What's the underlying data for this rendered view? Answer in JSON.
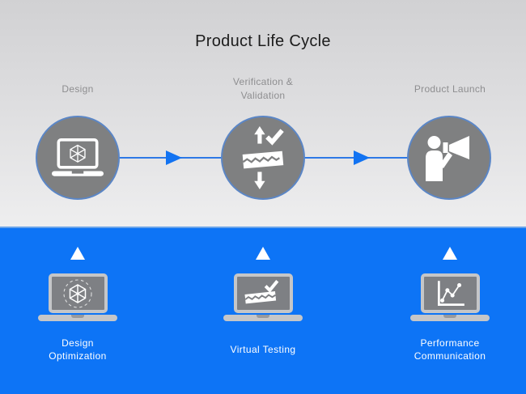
{
  "title": "Product Life Cycle",
  "top_flow": {
    "stages": [
      {
        "label": "Design",
        "icon": "laptop-cad-icon"
      },
      {
        "label": "Verification &\nValidation",
        "icon": "material-test-check-icon"
      },
      {
        "label": "Product Launch",
        "icon": "person-megaphone-icon"
      }
    ],
    "connector_icon": "arrow-right-icon"
  },
  "bottom_flow": {
    "stages": [
      {
        "label": "Design\nOptimization",
        "icon": "laptop-wireframe-cube-icon"
      },
      {
        "label": "Virtual Testing",
        "icon": "laptop-test-check-icon"
      },
      {
        "label": "Performance\nCommunication",
        "icon": "laptop-performance-chart-icon"
      }
    ],
    "pointer_icon": "triangle-up-icon"
  },
  "colors": {
    "top_background_start": "#d1d1d3",
    "top_background_end": "#eeeeef",
    "bottom_background": "#0d74f6",
    "circle_fill": "#7f8081",
    "circle_border": "#5b86c6",
    "connector_blue": "#2e78e6",
    "arrowhead_blue": "#1273f2",
    "stage_label_gray": "#8e8e90",
    "title_text": "#1c1c1c",
    "bottom_label_text": "#ffffff",
    "laptop_frame_gray": "#c5c6c8",
    "laptop_screen_gray": "#7e8084"
  }
}
